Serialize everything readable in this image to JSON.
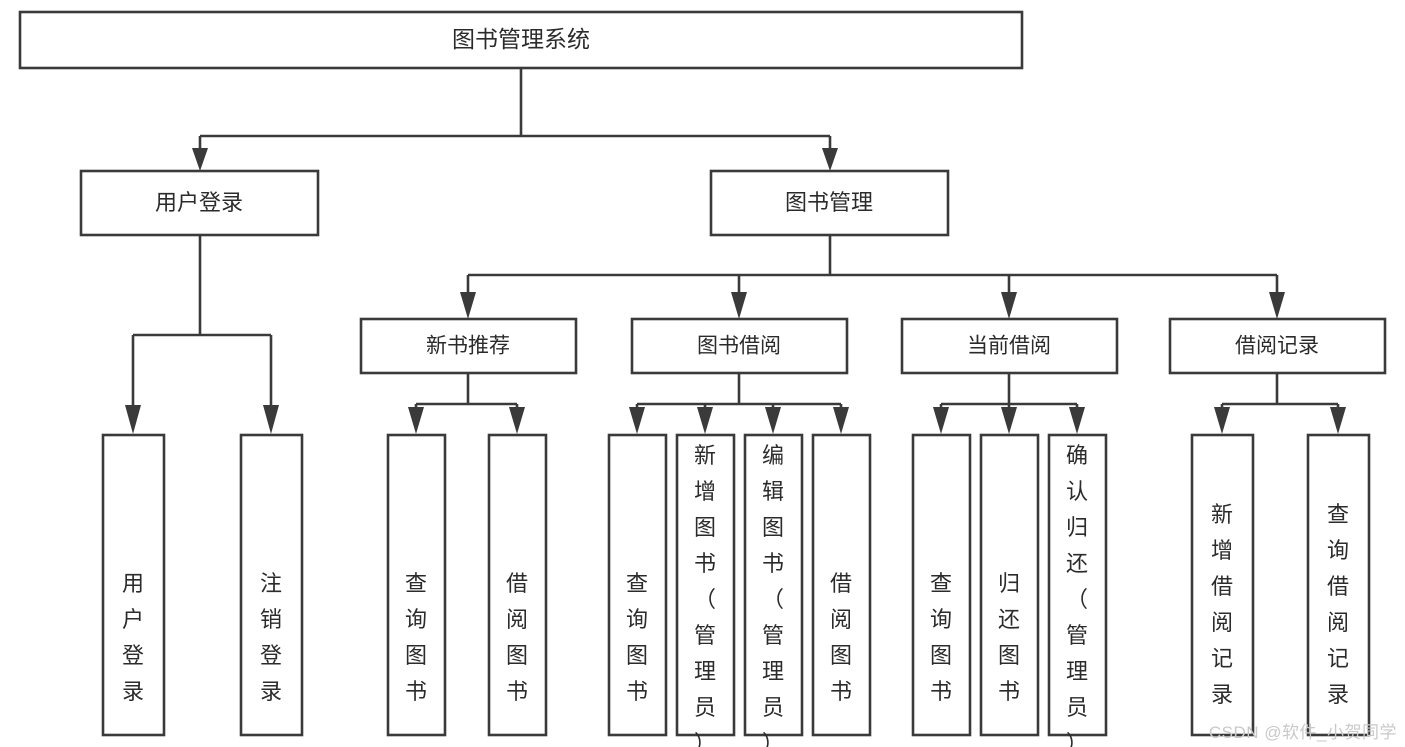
{
  "diagram": {
    "type": "tree",
    "title": "图书管理系统",
    "orientation": "top-down",
    "background_color": "#ffffff",
    "box_stroke_color": "#3a3a3a",
    "text_color": "#2b2b2b",
    "root": {
      "id": "root",
      "label": "图书管理系统",
      "level": 1
    },
    "level2": [
      {
        "id": "user-login",
        "label": "用户登录",
        "level": 2
      },
      {
        "id": "book-management",
        "label": "图书管理",
        "level": 2
      }
    ],
    "level3": [
      {
        "id": "new-book-recommend",
        "label": "新书推荐",
        "level": 3,
        "parent": "book-management"
      },
      {
        "id": "book-borrow",
        "label": "图书借阅",
        "level": 3,
        "parent": "book-management"
      },
      {
        "id": "current-borrow",
        "label": "当前借阅",
        "level": 3,
        "parent": "book-management"
      },
      {
        "id": "borrow-record",
        "label": "借阅记录",
        "level": 3,
        "parent": "book-management"
      }
    ],
    "leaves": [
      {
        "id": "leaf-user-login",
        "label": "用户登录",
        "parent": "user-login"
      },
      {
        "id": "leaf-logout",
        "label": "注销登录",
        "parent": "user-login"
      },
      {
        "id": "leaf-query-book-1",
        "label": "查询图书",
        "parent": "new-book-recommend"
      },
      {
        "id": "leaf-borrow-book-1",
        "label": "借阅图书",
        "parent": "new-book-recommend"
      },
      {
        "id": "leaf-query-book-2",
        "label": "查询图书",
        "parent": "book-borrow"
      },
      {
        "id": "leaf-add-book",
        "label": "新增图书（管理员）",
        "parent": "book-borrow"
      },
      {
        "id": "leaf-edit-book",
        "label": "编辑图书（管理员）",
        "parent": "book-borrow"
      },
      {
        "id": "leaf-borrow-book-2",
        "label": "借阅图书",
        "parent": "book-borrow"
      },
      {
        "id": "leaf-query-book-3",
        "label": "查询图书",
        "parent": "current-borrow"
      },
      {
        "id": "leaf-return-book",
        "label": "归还图书",
        "parent": "current-borrow"
      },
      {
        "id": "leaf-confirm-return",
        "label": "确认归还（管理员）",
        "parent": "current-borrow"
      },
      {
        "id": "leaf-add-record",
        "label": "新增借阅记录",
        "parent": "borrow-record"
      },
      {
        "id": "leaf-query-record",
        "label": "查询借阅记录",
        "parent": "borrow-record"
      }
    ]
  },
  "watermark": {
    "text": "CSDN @软件_小贺同学"
  }
}
